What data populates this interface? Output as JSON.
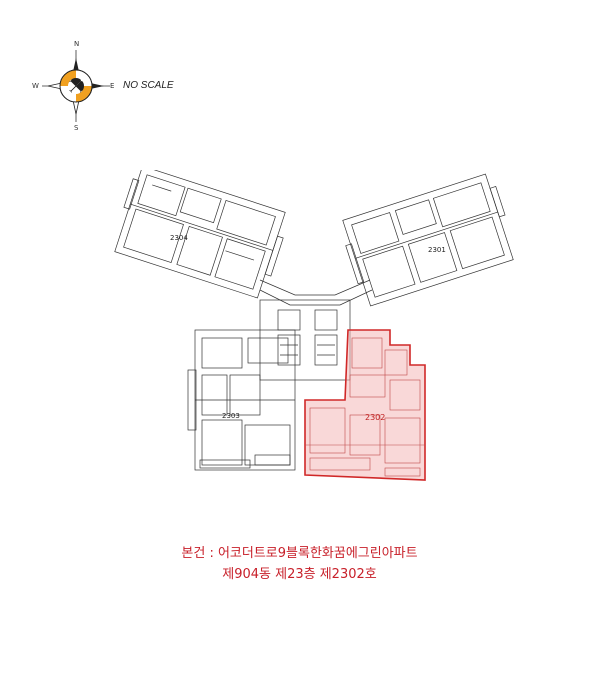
{
  "compass": {
    "north": "N",
    "south": "S",
    "east": "E",
    "west": "W",
    "icon": "compass-rose-icon",
    "accent": "#f0a020"
  },
  "scale_label": "NO SCALE",
  "units": {
    "nw": "2304",
    "ne": "2301",
    "w": "2303",
    "subject": "2302"
  },
  "highlight_color": "#e23a3a",
  "caption": {
    "line1": "본건 : 어코더트로9블록한화꿈에그린아파트",
    "line2": "제904동 제23층 제2302호"
  }
}
